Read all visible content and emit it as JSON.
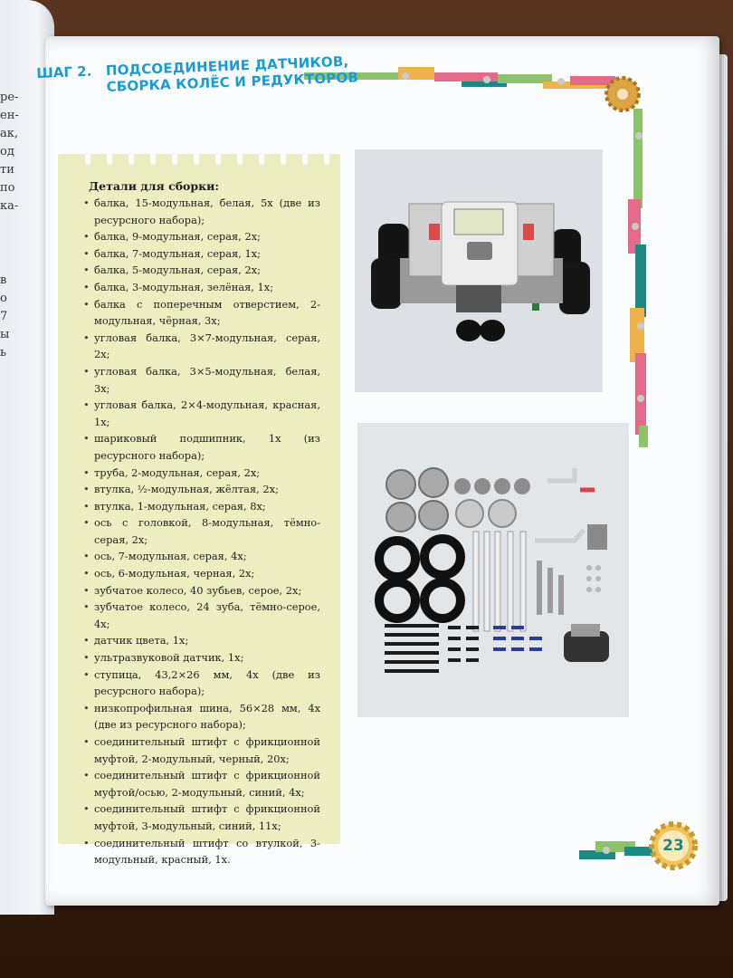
{
  "left_page_fragments": [
    "ре-",
    "ен-",
    "ак,",
    "од",
    "ти",
    "по",
    "ка-",
    "в",
    "о",
    "7",
    "ы",
    "ь"
  ],
  "step": {
    "label": "ШАГ 2.",
    "title_line1": "ПОДСОЕДИНЕНИЕ ДАТЧИКОВ,",
    "title_line2": "СБОРКА КОЛЁС И РЕДУКТОРОВ"
  },
  "parts": {
    "heading": "Детали для сборки:",
    "items": [
      "балка, 15-модульная, белая, 5x (две из ресурсного набора);",
      "балка, 9-модульная, серая, 2x;",
      "балка, 7-модульная, серая, 1x;",
      "балка, 5-модульная, серая, 2x;",
      "балка, 3-модульная, зелёная, 1x;",
      "балка с поперечным отверстием, 2-модульная, чёрная, 3x;",
      "угловая балка, 3×7-модульная, серая, 2x;",
      "угловая балка, 3×5-модульная, белая, 3x;",
      "угловая балка, 2×4-модульная, красная, 1x;",
      "шариковый подшипник, 1x (из ресурсного набора);",
      "труба, 2-модульная, серая, 2x;",
      "втулка, ½-модульная, жёлтая, 2x;",
      "втулка, 1-модульная, серая, 8x;",
      "ось с головкой, 8-модульная, тёмно-серая, 2x;",
      "ось, 7-модульная, серая, 4x;",
      "ось, 6-модульная, черная, 2x;",
      "зубчатое колесо, 40 зубьев, серое, 2x;",
      "зубчатое колесо, 24 зуба, тёмно-серое, 4x;",
      "датчик цвета, 1x;",
      "ультразвуковой датчик, 1x;",
      "ступица, 43,2×26 мм, 4x (две из ресурсного набора);",
      "низкопрофильная шина, 56×28 мм, 4x (две из ресурсного набора);",
      "соединительный штифт с фрикционной муфтой, 2-модульный, черный, 20x;",
      "соединительный штифт с фрикционной муфтой/осью, 2-модульный, синий, 4x;",
      "соединительный штифт с фрикционной муфтой, 3-модульный, синий, 11x;",
      "соединительный штифт со втулкой, 3-модульный, красный, 1x."
    ]
  },
  "page_number": "23",
  "colors": {
    "title_blue": "#1b9bd1",
    "panel_yellow": "#edeec0",
    "accent_teal": "#1b8a84",
    "accent_pink": "#e46a8a",
    "accent_green": "#8cc26b",
    "accent_orange": "#f0b24a"
  }
}
